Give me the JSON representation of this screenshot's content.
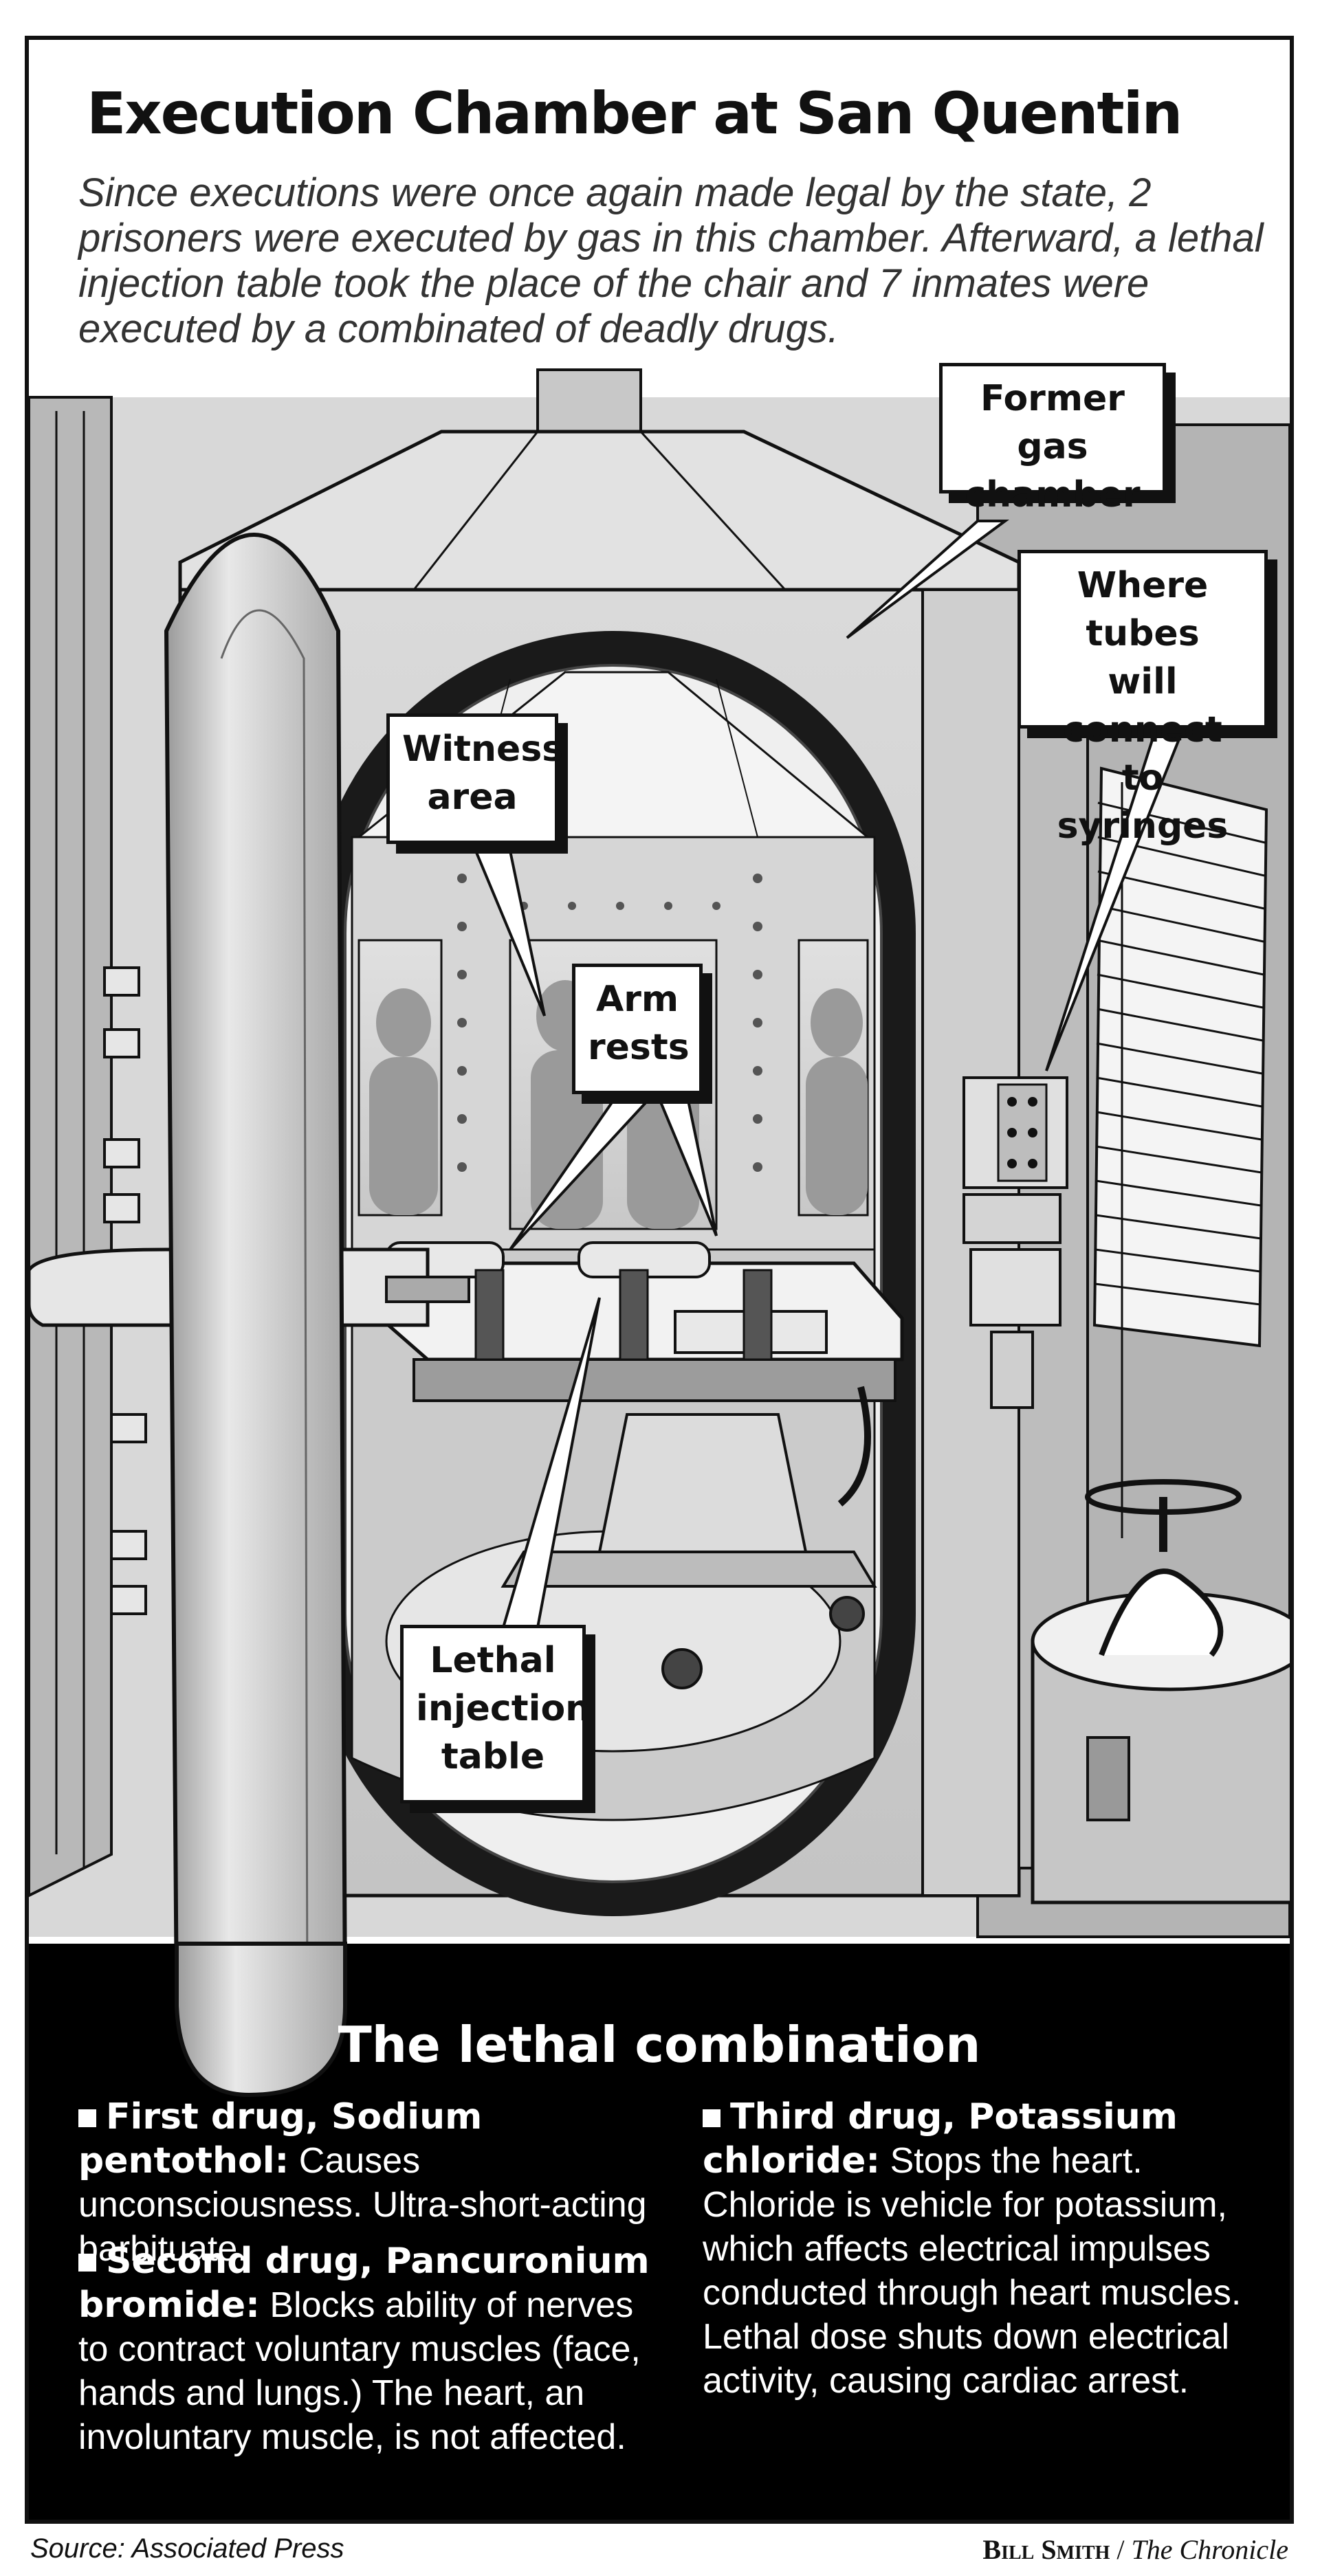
{
  "title": "Execution Chamber at San Quentin",
  "subtitle": "Since executions were once again made legal by the state, 2 prisoners were executed by gas in this chamber. Afterward, a lethal injection table took the place of the chair and 7 inmates were executed by a combinated of deadly drugs.",
  "callouts": {
    "gas_chamber": "Former gas\nchamber",
    "tubes": "Where tubes\nwill connect\nto syringes",
    "witness": "Witness\narea",
    "arm_rests": "Arm\nrests",
    "table": "Lethal\ninjection\ntable"
  },
  "combination": {
    "title": "The lethal combination",
    "drugs": [
      {
        "heading": "First drug, Sodium pentothol:",
        "text": "Causes unconsciousness. Ultra-short-acting barbituate."
      },
      {
        "heading": "Second drug, Pancuronium bromide:",
        "text": "Blocks ability of nerves to contract voluntary muscles (face, hands and lungs.) The heart, an involuntary muscle, is not affected."
      },
      {
        "heading": "Third drug, Potassium chloride:",
        "text": "Stops the heart. Chloride is vehicle for potassium, which affects electrical impulses conducted through heart muscles. Lethal dose shuts down electrical activity, causing cardiac arrest."
      }
    ]
  },
  "footer": {
    "source": "Source: Associated Press",
    "credit_name": "Bill Smith",
    "credit_sep": " / ",
    "credit_paper": "The Chronicle"
  },
  "colors": {
    "ink": "#111111",
    "panel": "#000000",
    "metal_light": "#e6e6e6",
    "metal_mid": "#bdbdbd",
    "metal_dark": "#8c8c8c"
  }
}
